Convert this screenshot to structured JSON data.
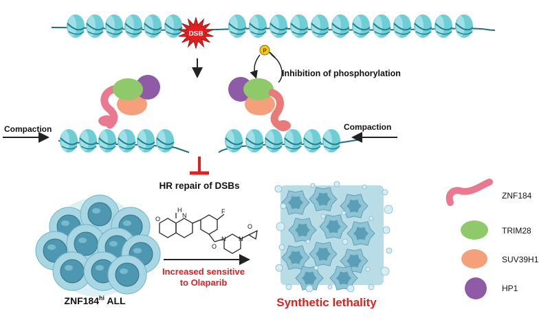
{
  "dsb": {
    "label": "DSB"
  },
  "phospho": {
    "label": "P",
    "text": "Inhibition of phosphorylation"
  },
  "compaction": {
    "left": "Compaction",
    "right": "Compaction"
  },
  "repair": {
    "label": "HR repair of DSBs"
  },
  "cell": {
    "label_main": "ZNF184",
    "label_sup": "hi",
    "label_tail": " ALL"
  },
  "drug": {
    "line1": "Increased sensitive",
    "line2": "to Olaparib",
    "atom_o1": "O",
    "atom_nh": "H",
    "atom_n1": "N",
    "atom_f": "F",
    "atom_o2": "O",
    "atom_o3": "O",
    "atom_n2": "N",
    "atom_n3": "N"
  },
  "outcome": {
    "label": "Synthetic lethality"
  },
  "legend": {
    "items": [
      {
        "name": "ZNF184",
        "color": "#e8798f"
      },
      {
        "name": "TRIM28",
        "color": "#8fc96a"
      },
      {
        "name": "SUV39H1",
        "color": "#f4a07a"
      },
      {
        "name": "HP1",
        "color": "#8f5aa6"
      }
    ]
  },
  "colors": {
    "nucleosome": "#6fcdd6",
    "nucleosome_dark": "#1e7e8c",
    "dna": "#1f6d7c",
    "red": "#e0201e",
    "cell": "#8ccad8",
    "cell_dark": "#3f8aa2"
  }
}
